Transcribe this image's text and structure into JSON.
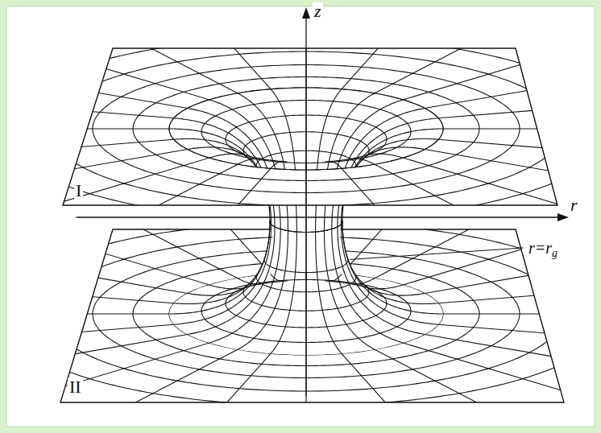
{
  "diagram": {
    "labels": [
      "z",
      "r",
      "I",
      "II",
      "r=rg"
    ]
  }
}
